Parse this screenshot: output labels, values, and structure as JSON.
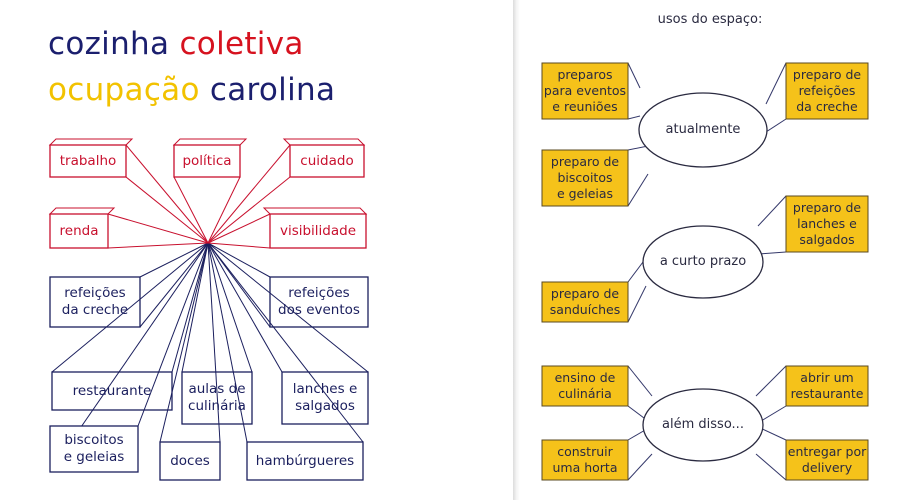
{
  "left": {
    "title_line1": [
      {
        "text": "cozinha ",
        "color": "#1b1f6e"
      },
      {
        "text": "coletiva",
        "color": "#d6121f"
      }
    ],
    "title_line2": [
      {
        "text": "ocupação ",
        "color": "#f2c200"
      },
      {
        "text": "carolina",
        "color": "#1b1f6e"
      }
    ],
    "red_boxes": [
      "trabalho",
      "política",
      "cuidado",
      "renda",
      "visibilidade"
    ],
    "blue_boxes": [
      "refeições\nda creche",
      "refeições\ndos eventos",
      "restaurante",
      "aulas de\nculinária",
      "lanches e\nsalgados",
      "biscoitos\ne geleias",
      "doces",
      "hambúrgueres"
    ]
  },
  "right": {
    "subtitle": "usos do espaço:",
    "groups": [
      {
        "center": "atualmente",
        "boxes": [
          "preparos\npara eventos\ne reuniões",
          "preparo de\nrefeições\nda creche",
          "preparo de\nbiscoitos\ne geleias"
        ]
      },
      {
        "center": "a curto prazo",
        "boxes": [
          "preparo de\nlanches e\nsalgados",
          "preparo de\nsanduíches"
        ]
      },
      {
        "center": "além disso...",
        "boxes": [
          "ensino de\nculinária",
          "abrir um\nrestaurante",
          "construir\numa horta",
          "entregar por\ndelivery"
        ]
      }
    ]
  },
  "colors": {
    "red": "#c8102e",
    "navy": "#1b1f5e",
    "yellow": "#f2c200",
    "box_yellow": "#f5c21a"
  }
}
